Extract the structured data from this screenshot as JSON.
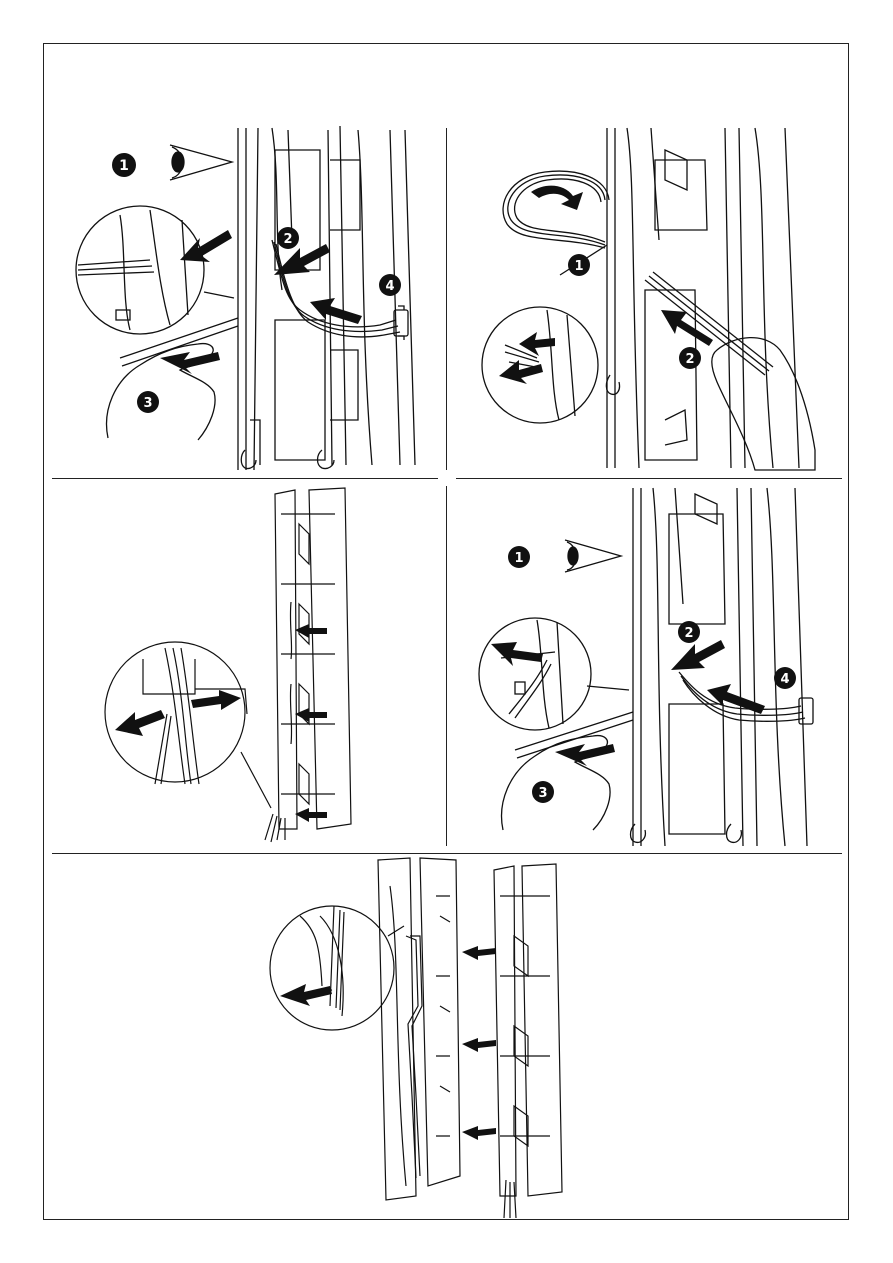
{
  "colors": {
    "ink": "#111111",
    "paper": "#ffffff",
    "line": "#222222"
  },
  "panels": [
    {
      "id": "panel-1",
      "steps": [
        "1",
        "2",
        "3",
        "4"
      ],
      "icons": [
        "eye-icon",
        "magnifier-callout",
        "hand-icon",
        "cable-connector"
      ]
    },
    {
      "id": "panel-2",
      "steps": [
        "1",
        "2"
      ],
      "icons": [
        "rotate-arrow-icon",
        "magnifier-callout",
        "hand-icon"
      ]
    },
    {
      "id": "panel-3",
      "steps": [],
      "icons": [
        "magnifier-callout",
        "push-arrow-icon"
      ]
    },
    {
      "id": "panel-4",
      "steps": [
        "1",
        "2",
        "3",
        "4"
      ],
      "icons": [
        "eye-icon",
        "magnifier-callout",
        "hand-icon",
        "cable-connector"
      ]
    },
    {
      "id": "panel-5",
      "steps": [],
      "icons": [
        "magnifier-callout",
        "push-arrow-icon"
      ]
    }
  ]
}
